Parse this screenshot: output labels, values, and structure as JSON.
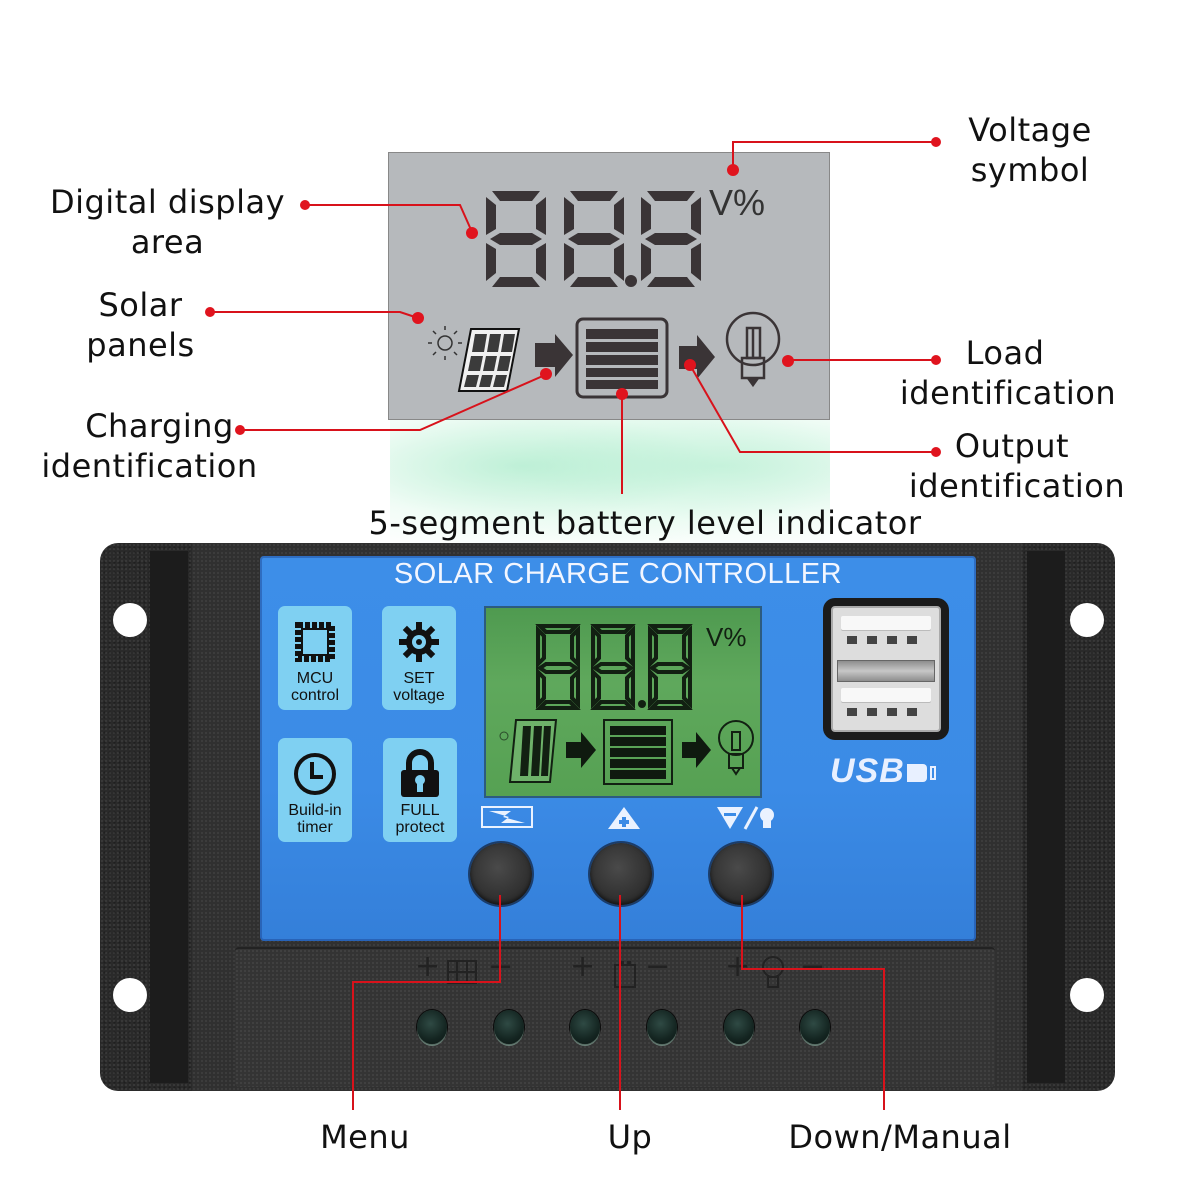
{
  "callouts": {
    "digital_display": [
      "Digital display",
      "area"
    ],
    "solar_panels": [
      "Solar",
      "panels"
    ],
    "charging": [
      "Charging",
      "identification"
    ],
    "voltage_symbol": [
      "Voltage",
      "symbol"
    ],
    "load": [
      "Load",
      "identification"
    ],
    "output": [
      "Output",
      "identification"
    ],
    "battery_indicator": "5-segment battery level indicator",
    "menu": "Menu",
    "up": "Up",
    "down_manual": "Down/Manual"
  },
  "lcd": {
    "digits": "88.8",
    "unit": "V%",
    "battery_segments": 5
  },
  "device": {
    "title": "SOLAR CHARGE CONTROLLER",
    "features": [
      {
        "icon": "chip-icon",
        "line1": "MCU",
        "line2": "control"
      },
      {
        "icon": "gear-icon",
        "line1": "SET",
        "line2": "voltage"
      },
      {
        "icon": "clock-icon",
        "line1": "Build-in",
        "line2": "timer"
      },
      {
        "icon": "lock-icon",
        "line1": "FULL",
        "line2": "protect"
      }
    ],
    "usb_label": "USB",
    "buttons": [
      {
        "symbol": "menu-switch-icon",
        "name": "Menu"
      },
      {
        "symbol": "up-plus-icon",
        "name": "Up"
      },
      {
        "symbol": "down-minus-bulb-icon",
        "name": "Down/Manual"
      }
    ],
    "terminals": [
      {
        "group": "solar",
        "plus": "+",
        "minus": "−"
      },
      {
        "group": "battery",
        "plus": "+",
        "minus": "−"
      },
      {
        "group": "load",
        "plus": "+",
        "minus": "−"
      }
    ]
  },
  "colors": {
    "callout_red": "#d8121b",
    "panel_blue": "#3b8be6",
    "tile_cyan": "#7fd0f2",
    "lcd_green": "#5aa557",
    "lcd_gray": "#b6b9bc",
    "case_black": "#2a2a2a"
  }
}
